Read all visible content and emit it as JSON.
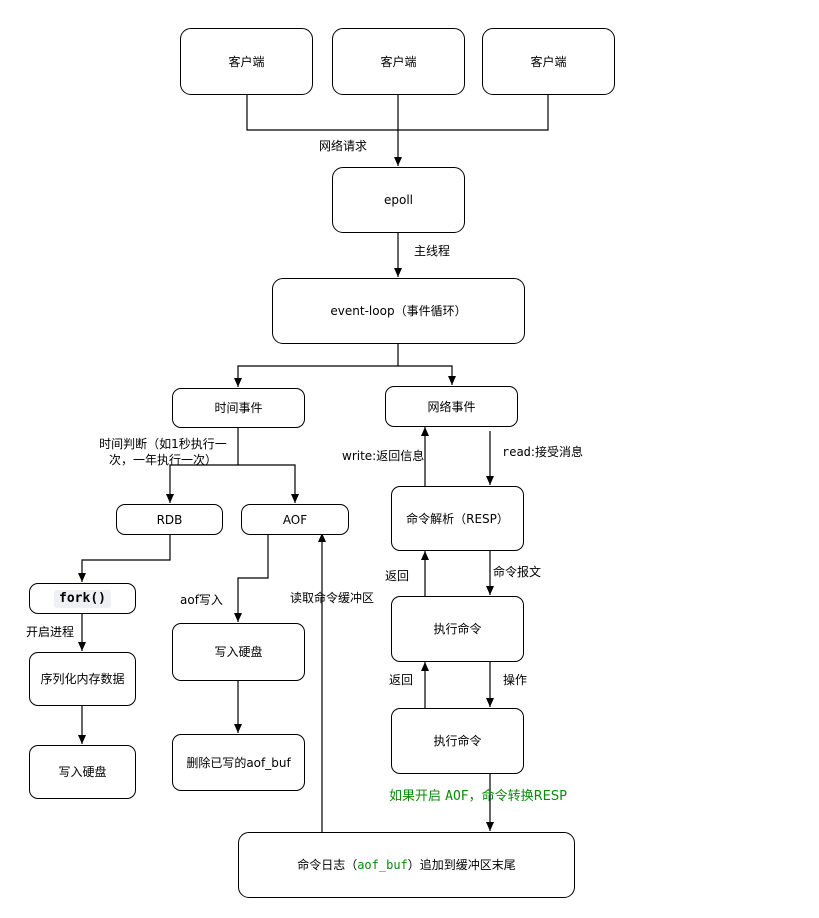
{
  "nodes": {
    "client1": "客户端",
    "client2": "客户端",
    "client3": "客户端",
    "epoll": "epoll",
    "event_loop": "event-loop（事件循环）",
    "time_event": "时间事件",
    "network_event": "网络事件",
    "rdb": "RDB",
    "aof": "AOF",
    "fork": "fork()",
    "serialize": "序列化内存数据",
    "write_disk_rdb": "写入硬盘",
    "write_disk_aof": "写入硬盘",
    "delete_buf": "删除已写的aof_buf",
    "cmd_parse": "命令解析（RESP）",
    "exec_cmd_1": "执行命令",
    "exec_cmd_2": "执行命令",
    "cmd_log_prefix": "命令日志（",
    "cmd_log_code": "aof_buf",
    "cmd_log_suffix": "）追加到缓冲区末尾"
  },
  "labels": {
    "network_request": "网络请求",
    "main_thread": "主线程",
    "time_judge": "时间判断（如1秒执行一次，一年执行一次）",
    "write_return": "write:返回信息",
    "read_receive_code": "read",
    "read_receive_text": ":接受消息",
    "open_process": "开启进程",
    "aof_write": "aof写入",
    "read_cmd_buffer": "读取命令缓冲区",
    "return_1": "返回",
    "cmd_packet": "命令报文",
    "return_2": "返回",
    "operate": "操作",
    "if_aof_prefix": "如果开启 ",
    "if_aof_code": "AOF",
    "if_aof_suffix": "，命令转换RESP"
  },
  "colors": {
    "stroke": "#000000",
    "green_text": "#0a8a0a",
    "chip_bg": "#eef0f3"
  }
}
